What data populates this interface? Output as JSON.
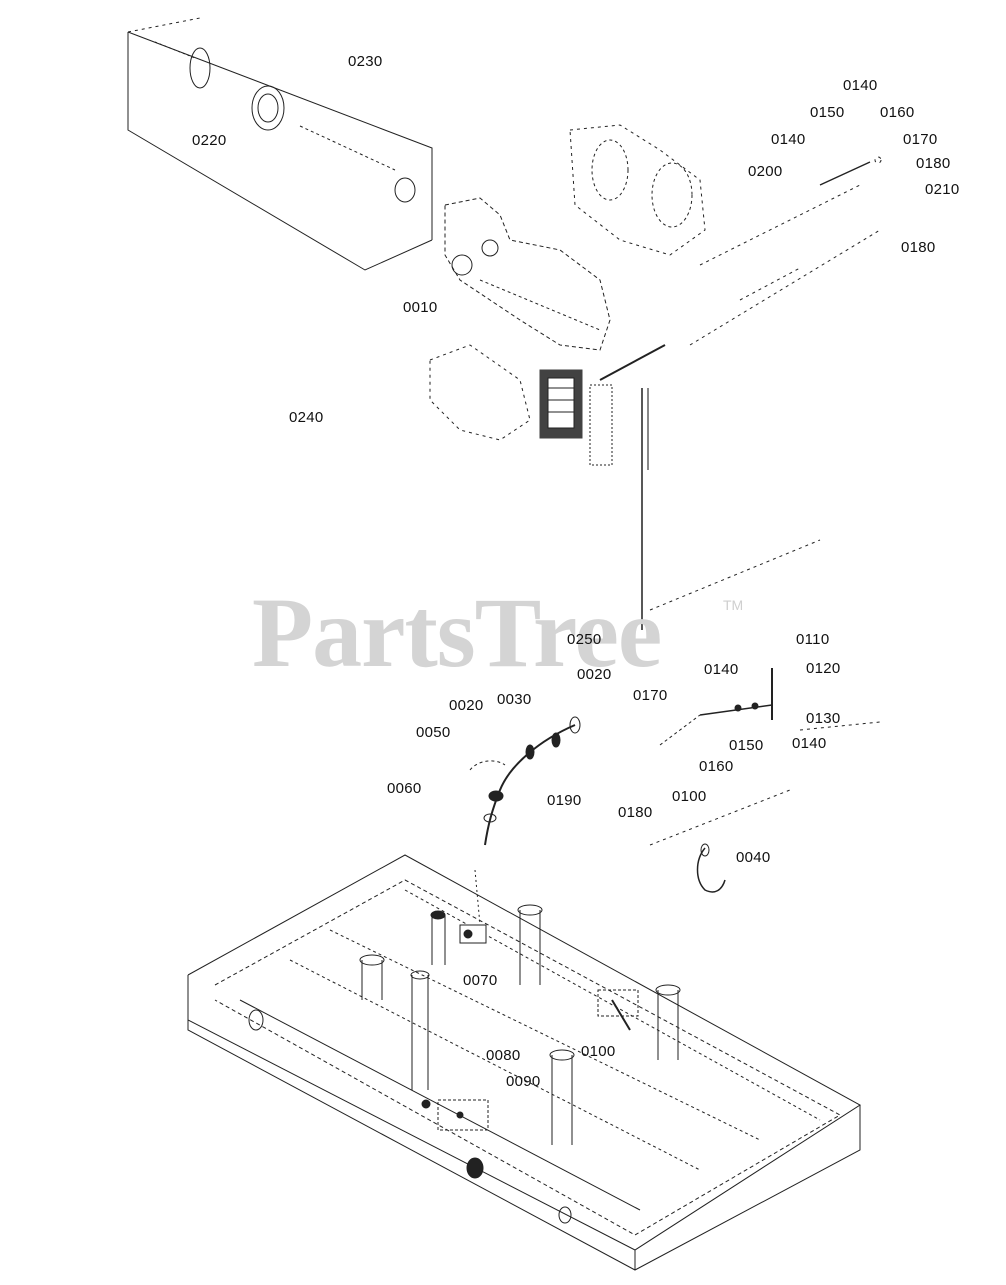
{
  "watermark": {
    "text": "PartsTree",
    "trademark": "TM"
  },
  "callouts": {
    "c0230": "0230",
    "c0220": "0220",
    "c0140_a": "0140",
    "c0150_a": "0150",
    "c0160_a": "0160",
    "c0140_b": "0140",
    "c0170_a": "0170",
    "c0200": "0200",
    "c0180_a": "0180",
    "c0210": "0210",
    "c0180_b": "0180",
    "c0010": "0010",
    "c0240": "0240",
    "c0250": "0250",
    "c0110": "0110",
    "c0020_a": "0020",
    "c0140_c": "0140",
    "c0120": "0120",
    "c0170_b": "0170",
    "c0020_b": "0020",
    "c0030": "0030",
    "c0130": "0130",
    "c0050": "0050",
    "c0150_b": "0150",
    "c0140_d": "0140",
    "c0160_b": "0160",
    "c0060": "0060",
    "c0100_a": "0100",
    "c0190": "0190",
    "c0180_c": "0180",
    "c0040": "0040",
    "c0070": "0070",
    "c0080": "0080",
    "c0100_b": "0100",
    "c0090": "0090"
  }
}
